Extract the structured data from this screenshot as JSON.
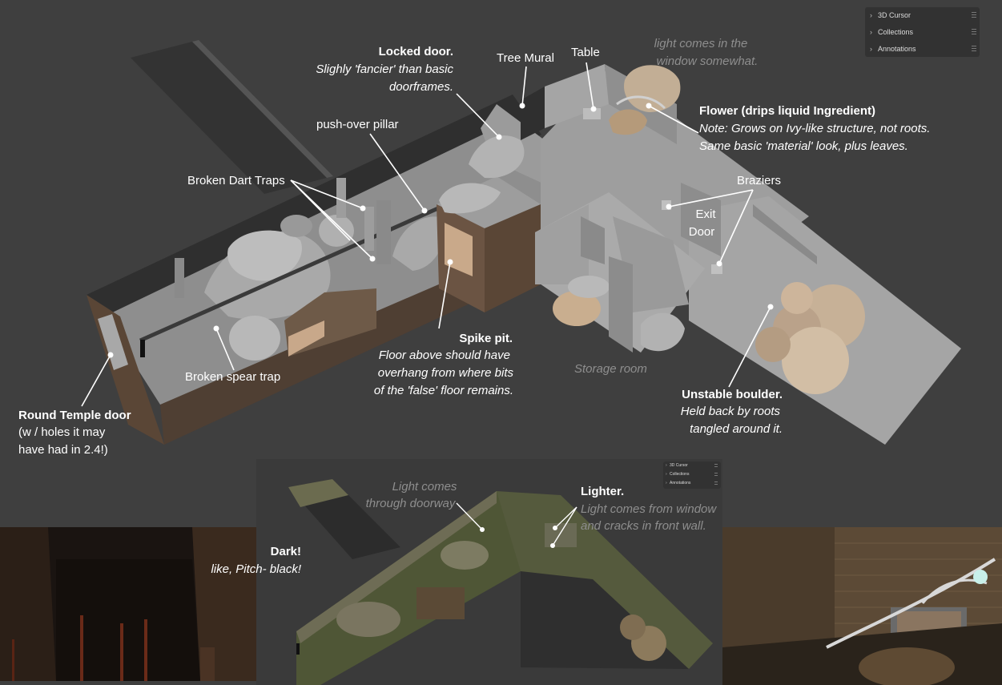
{
  "outliner_panel": {
    "items": [
      {
        "label": "3D Cursor"
      },
      {
        "label": "Collections"
      },
      {
        "label": "Annotations"
      }
    ]
  },
  "annotations": {
    "locked_door": {
      "title": "Locked door.",
      "line1": "Slighly 'fancier' than basic",
      "line2": "doorframes."
    },
    "tree_mural": "Tree Mural",
    "table": "Table",
    "light_window": {
      "line1": "light comes in the",
      "line2": "window somewhat."
    },
    "flower": {
      "title": "Flower (drips liquid Ingredient)",
      "line1": "Note: Grows on Ivy-like structure, not roots.",
      "line2": "Same basic 'material' look, plus leaves."
    },
    "pushover_pillar": "push-over pillar",
    "broken_dart_traps": "Broken Dart Traps",
    "braziers": "Braziers",
    "exit_door": {
      "line1": "Exit",
      "line2": "Door"
    },
    "spike_pit": {
      "title": "Spike pit.",
      "line1": "Floor above should have",
      "line2": "overhang from where bits",
      "line3": "of the 'false' floor remains."
    },
    "broken_spear_trap": "Broken spear trap",
    "storage_room": "Storage room",
    "unstable_boulder": {
      "title": "Unstable boulder.",
      "line1": "Held back by roots",
      "line2": "tangled around it."
    },
    "round_temple_door": {
      "title": "Round Temple door",
      "line1": "(w / holes  it may",
      "line2": "have had in 2.4!)"
    }
  },
  "inset": {
    "panel_items": [
      {
        "label": "3D Cursor"
      },
      {
        "label": "Collections"
      },
      {
        "label": "Annotations"
      }
    ],
    "light_doorway": {
      "line1": "Light comes",
      "line2": "through doorway"
    },
    "lighter": {
      "title": "Lighter.",
      "line1": "Light comes from window",
      "line2": "and cracks in front wall."
    },
    "dark": {
      "title": "Dark!",
      "line1": "like, Pitch- black!"
    }
  },
  "colors": {
    "viewport_bg": "#3f3f3f",
    "wall_gray": "#9a9a9a",
    "floor_brown": "#5a4a3c",
    "boulder_tan": "#c9b49a",
    "panel_bg": "#323232"
  }
}
